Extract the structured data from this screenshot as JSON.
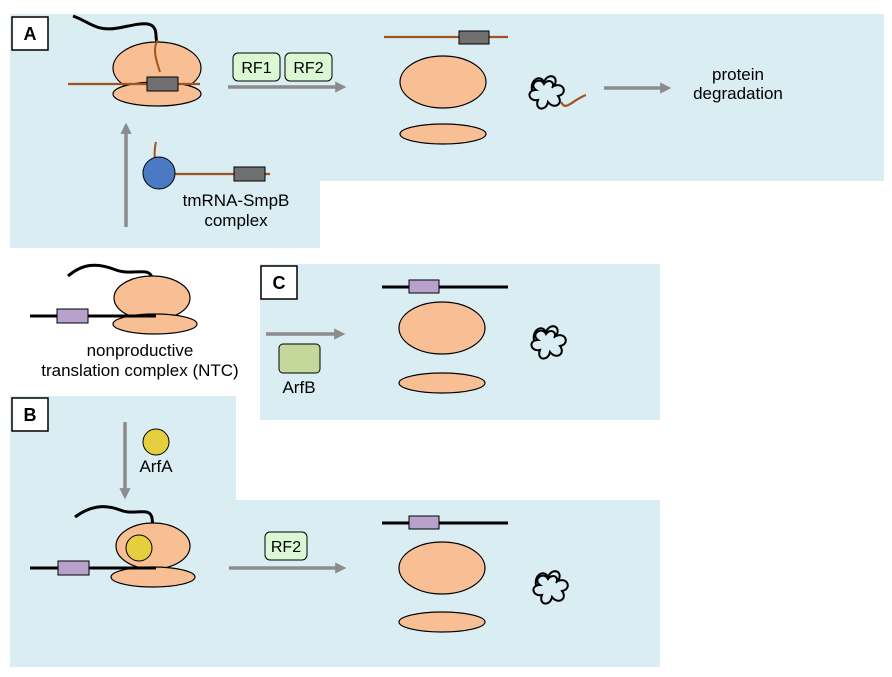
{
  "panels": {
    "a": {
      "letter": "A"
    },
    "b": {
      "letter": "B"
    },
    "c": {
      "letter": "C"
    }
  },
  "labels": {
    "protein_degradation": [
      "protein",
      "degradation"
    ],
    "tmrna_complex": [
      "tmRNA-SmpB",
      "complex"
    ],
    "ntc": [
      "nonproductive",
      "translation complex (NTC)"
    ],
    "arfa": "ArfA",
    "arfb": "ArfB"
  },
  "factors": {
    "a_rf1": "RF1",
    "a_rf2": "RF2",
    "b_rf2": "RF2"
  },
  "colors": {
    "panel_bg": "#d9edf3",
    "ribosome": "#f8bf95",
    "outline": "#000000",
    "mrna_brown": "#a0521f",
    "mrna_black": "#000000",
    "stop_gray": "#707070",
    "codon_purple": "#b8a2cc",
    "factor_green": "#dcf7d4",
    "arfb_green": "#c3d89a",
    "arfa_yellow": "#e6cf3e",
    "smpb_blue": "#4b79c4",
    "arrow_gray": "#8c8c8c"
  }
}
